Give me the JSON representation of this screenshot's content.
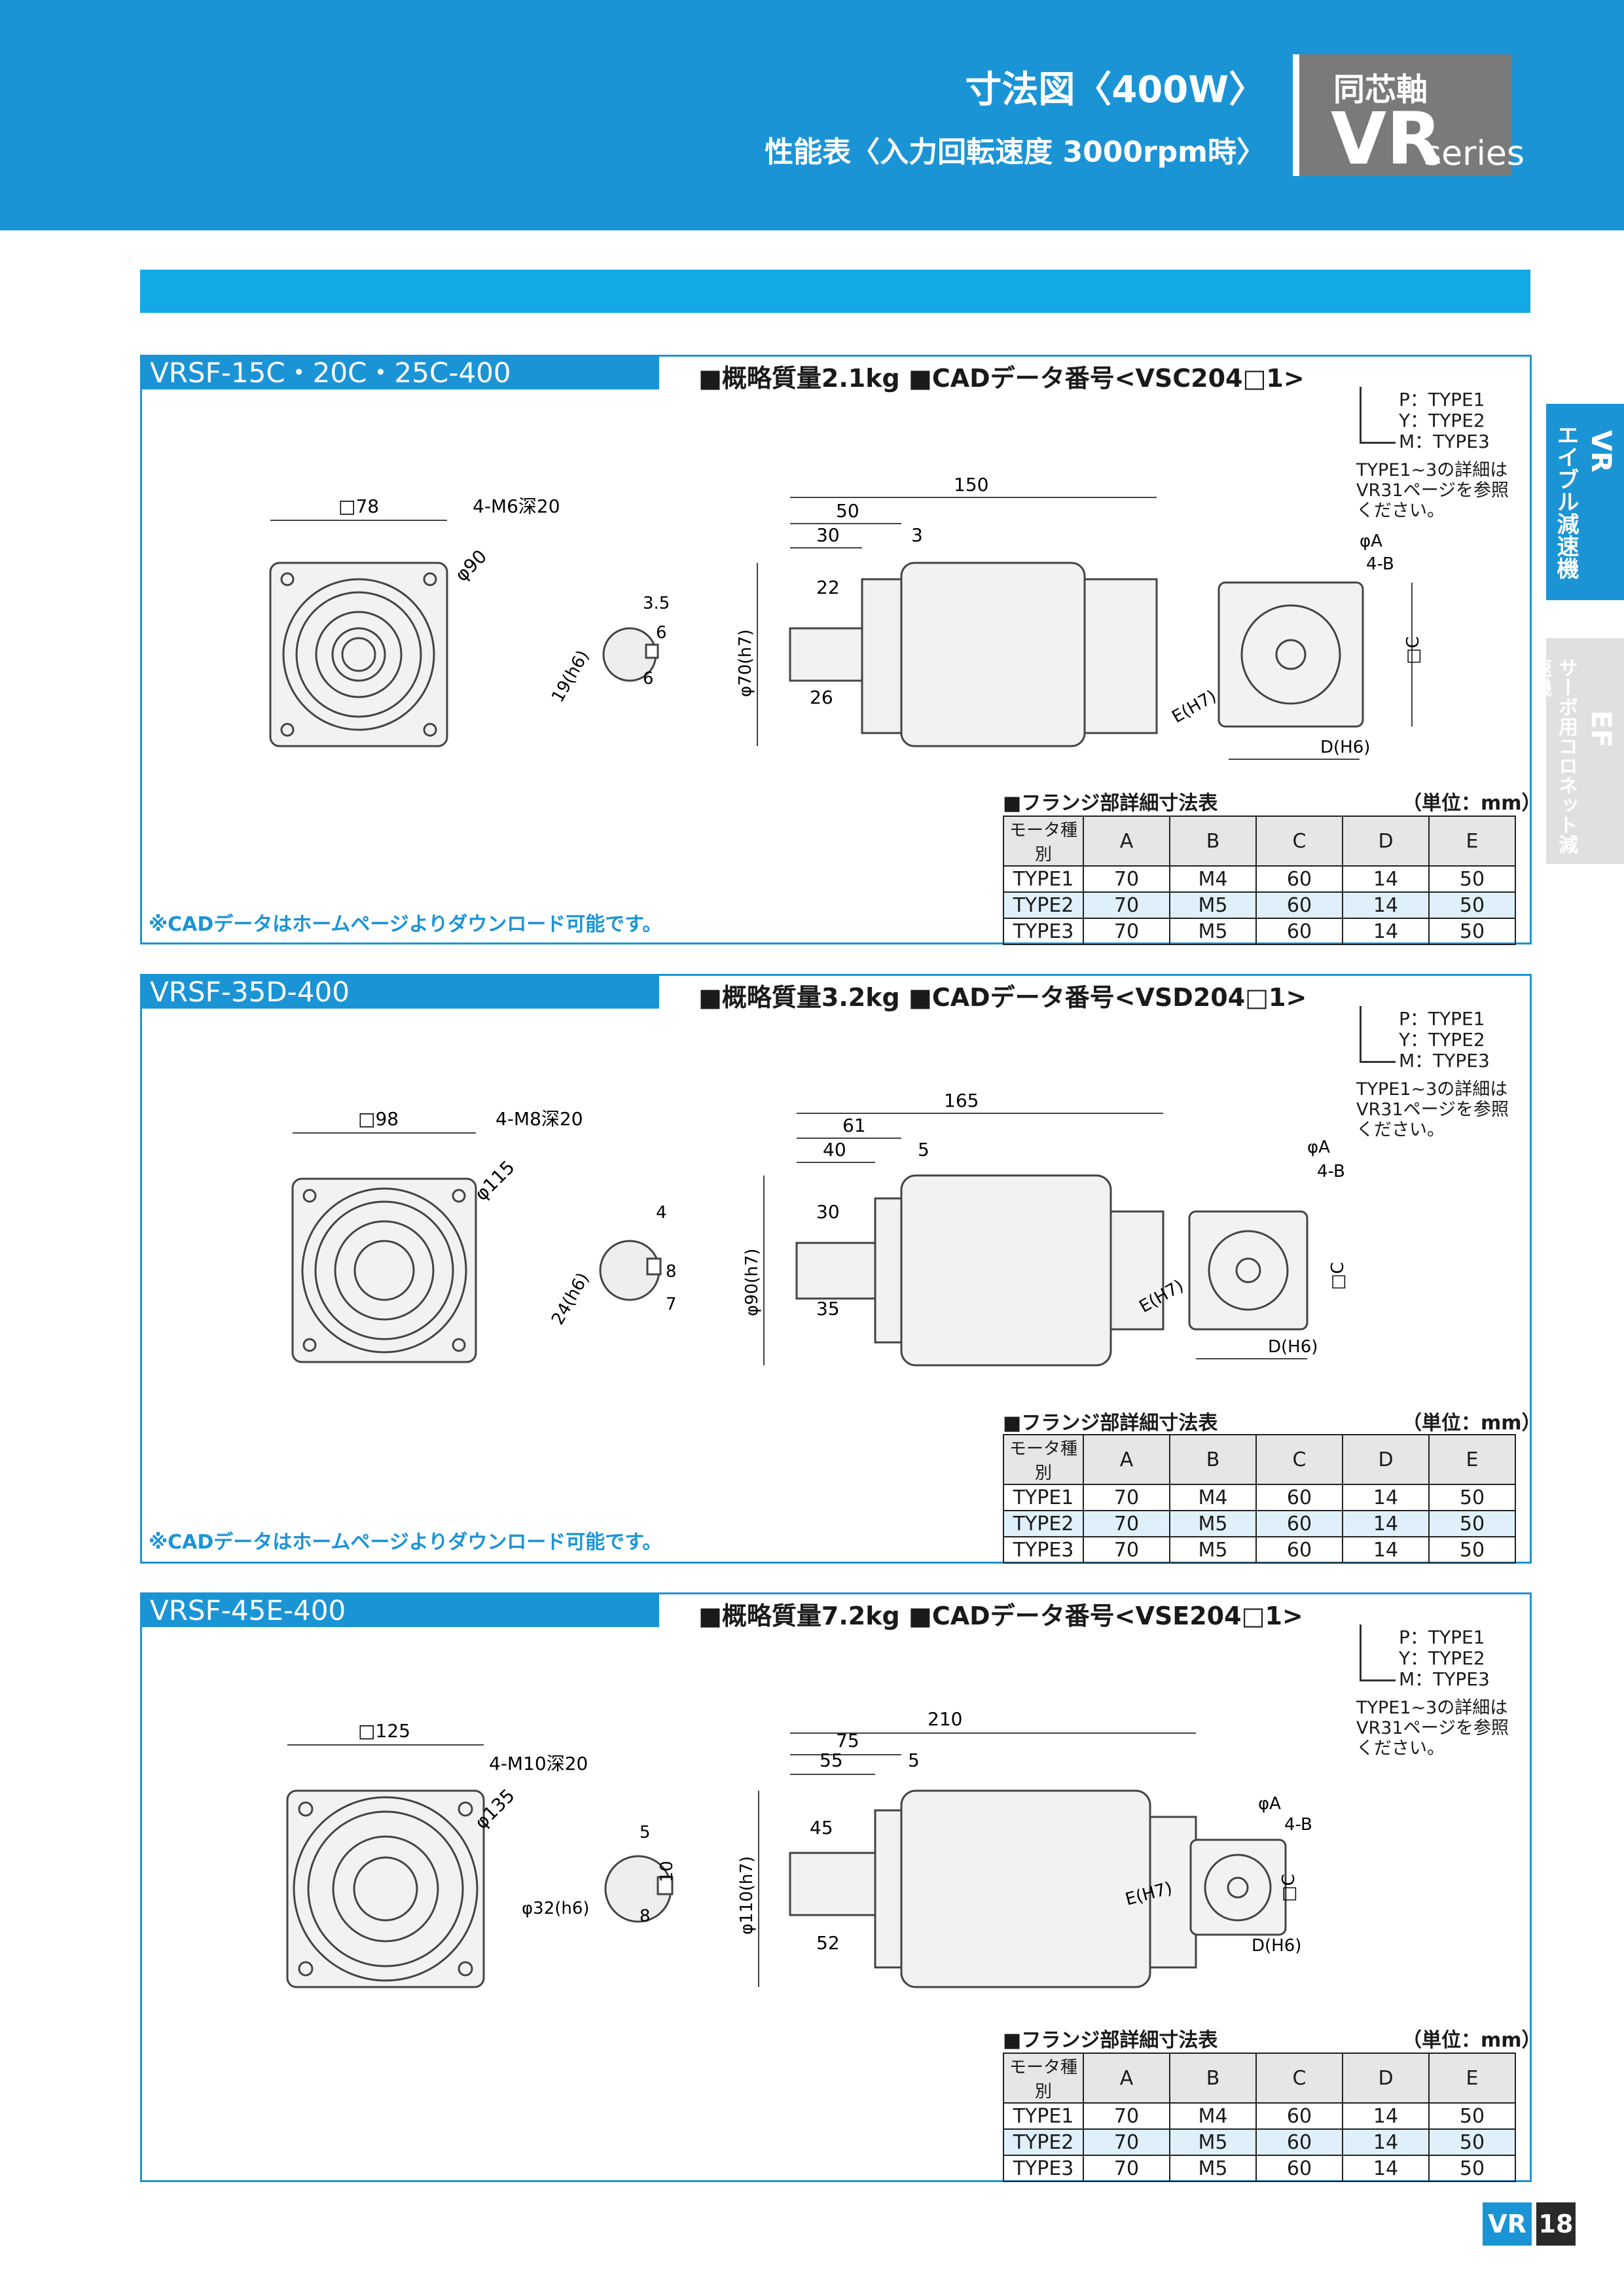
{
  "header": {
    "title": "寸法図〈400W〉",
    "subtitle": "性能表〈入力回転速度 3000rpm時〉",
    "badge_top": "同芯軸",
    "badge_vr": "VR",
    "badge_series": "series"
  },
  "side_tabs": [
    {
      "label": "エイブル減速機",
      "letters": "VR"
    },
    {
      "label": "サーボ用コロネット減速機",
      "letters": "EF"
    }
  ],
  "sections": [
    {
      "title": "VRSF-15C・20C・25C-400",
      "spec": "■概略質量2.1kg ■CADデータ番号<VSC204□1>",
      "options": [
        "P：TYPE1",
        "Y：TYPE2",
        "M：TYPE3"
      ],
      "note": "TYPE1~3の詳細はVR31ページを参照ください。",
      "flange_title": "■フランジ部詳細寸法表",
      "unit": "（単位：mm）",
      "cad_note": "※CADデータはホームページよりダウンロード可能です。",
      "dims": {
        "sq": "□78",
        "tap": "4-M6深20",
        "pcd": "φ90",
        "key_w": "3.5",
        "key_a": "6",
        "key_b": "6",
        "shaft": "19(h6)",
        "len_total": "150",
        "len_a": "50",
        "len_b": "30",
        "len_c": "3",
        "len_d": "22",
        "len_e": "26",
        "spigot": "φ70(h7)"
      }
    },
    {
      "title": "VRSF-35D-400",
      "spec": "■概略質量3.2kg ■CADデータ番号<VSD204□1>",
      "options": [
        "P：TYPE1",
        "Y：TYPE2",
        "M：TYPE3"
      ],
      "note": "TYPE1~3の詳細はVR31ページを参照ください。",
      "flange_title": "■フランジ部詳細寸法表",
      "unit": "（単位：mm）",
      "cad_note": "※CADデータはホームページよりダウンロード可能です。",
      "dims": {
        "sq": "□98",
        "tap": "4-M8深20",
        "pcd": "φ115",
        "key_w": "4",
        "key_a": "8",
        "key_b": "7",
        "shaft": "24(h6)",
        "len_total": "165",
        "len_a": "61",
        "len_b": "40",
        "len_c": "5",
        "len_d": "30",
        "len_e": "35",
        "spigot": "φ90(h7)"
      }
    },
    {
      "title": "VRSF-45E-400",
      "spec": "■概略質量7.2kg ■CADデータ番号<VSE204□1>",
      "options": [
        "P：TYPE1",
        "Y：TYPE2",
        "M：TYPE3"
      ],
      "note": "TYPE1~3の詳細はVR31ページを参照ください。",
      "flange_title": "■フランジ部詳細寸法表",
      "unit": "（単位：mm）",
      "cad_note": "",
      "dims": {
        "sq": "□125",
        "tap": "4-M10深20",
        "pcd": "φ135",
        "key_w": "5",
        "key_a": "10",
        "key_b": "8",
        "shaft": "φ32(h6)",
        "len_total": "210",
        "len_a": "75",
        "len_b": "55",
        "len_c": "5",
        "len_d": "45",
        "len_e": "52",
        "spigot": "φ110(h7)"
      }
    }
  ],
  "flange_labels": {
    "phiA": "φA",
    "fourB": "4-B",
    "sqC": "□C",
    "dH6": "D(H6)",
    "eH7": "E(H7)"
  },
  "flange_table": {
    "headers": [
      "モータ種別",
      "A",
      "B",
      "C",
      "D",
      "E"
    ],
    "rows": [
      [
        "TYPE1",
        "70",
        "M4",
        "60",
        "14",
        "50"
      ],
      [
        "TYPE2",
        "70",
        "M5",
        "60",
        "14",
        "50"
      ],
      [
        "TYPE3",
        "70",
        "M5",
        "60",
        "14",
        "50"
      ]
    ]
  },
  "footer": {
    "series": "VR",
    "page": "18"
  }
}
